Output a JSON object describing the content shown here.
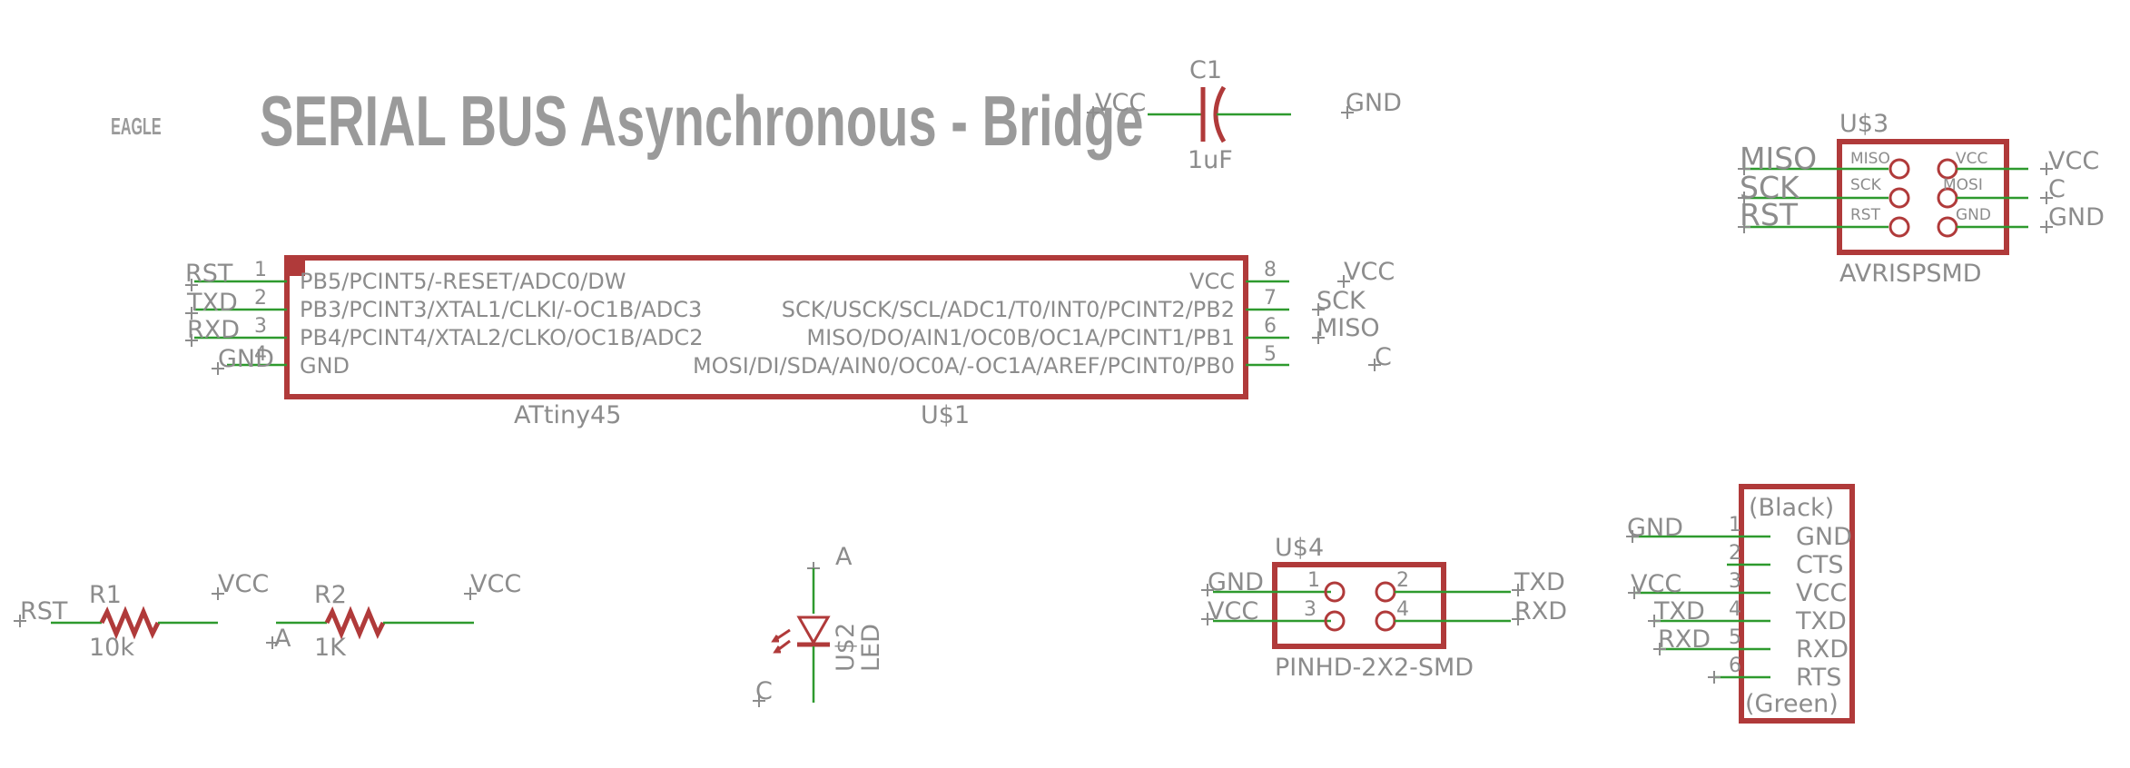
{
  "header": {
    "logo": "EAGLE",
    "title": "SERIAL BUS Asynchronous - Bridge"
  },
  "c1": {
    "name": "C1",
    "value": "1uF",
    "left_net": "VCC",
    "right_net": "GND"
  },
  "u3": {
    "name": "U$3",
    "part": "AVRISPSMD",
    "left_nets": [
      "MISO",
      "SCK",
      "RST"
    ],
    "left_pins": [
      "MISO",
      "SCK",
      "RST"
    ],
    "right_pins": [
      "VCC",
      "MOSI",
      "GND"
    ],
    "right_nets": [
      "VCC",
      "C",
      "GND"
    ]
  },
  "u1": {
    "name": "U$1",
    "part": "ATtiny45",
    "left_nets": [
      "RST",
      "TXD",
      "RXD",
      "GND"
    ],
    "left_nums": [
      "1",
      "2",
      "3",
      "4"
    ],
    "left_pins": [
      "PB5/PCINT5/-RESET/ADC0/DW",
      "PB3/PCINT3/XTAL1/CLKI/-OC1B/ADC3",
      "PB4/PCINT4/XTAL2/CLKO/OC1B/ADC2",
      "GND"
    ],
    "right_pins": [
      "VCC",
      "SCK/USCK/SCL/ADC1/T0/INT0/PCINT2/PB2",
      "MISO/DO/AIN1/OC0B/OC1A/PCINT1/PB1",
      "MOSI/DI/SDA/AIN0/OC0A/-OC1A/AREF/PCINT0/PB0"
    ],
    "right_nums": [
      "8",
      "7",
      "6",
      "5"
    ],
    "right_nets": [
      "VCC",
      "SCK",
      "MISO",
      "C"
    ]
  },
  "r1": {
    "name": "R1",
    "value": "10k",
    "left_net": "RST",
    "right_net": "VCC"
  },
  "r2": {
    "name": "R2",
    "value": "1K",
    "left_net": "A",
    "right_net": "VCC"
  },
  "u2": {
    "name": "U$2",
    "part": "LED",
    "top_net": "A",
    "bottom_net": "C"
  },
  "u4": {
    "name": "U$4",
    "part": "PINHD-2X2-SMD",
    "left_nets": [
      "GND",
      "VCC"
    ],
    "pins": [
      "1",
      "2",
      "3",
      "4"
    ],
    "right_nets": [
      "TXD",
      "RXD"
    ]
  },
  "ftdi": {
    "top": "(Black)",
    "bottom": "(Green)",
    "nets": [
      "GND",
      "",
      "VCC",
      "TXD",
      "RXD",
      ""
    ],
    "nums": [
      "1",
      "2",
      "3",
      "4",
      "5",
      "6"
    ],
    "pins": [
      "GND",
      "CTS",
      "VCC",
      "TXD",
      "RXD",
      "RTS"
    ]
  },
  "colors": {
    "component": "#b03a3a",
    "net": "#2e9a2e",
    "text": "#8c8c8c"
  }
}
